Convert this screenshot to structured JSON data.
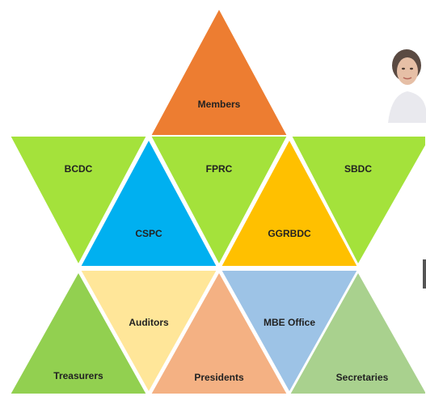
{
  "triangles": [
    {
      "key": "members",
      "label": "Members",
      "color": "#ED7D31"
    },
    {
      "key": "bcdc",
      "label": "BCDC",
      "color": "#A4E23B"
    },
    {
      "key": "cspc",
      "label": "CSPC",
      "color": "#00B0F0"
    },
    {
      "key": "fprc",
      "label": "FPRC",
      "color": "#A4E23B"
    },
    {
      "key": "ggrbdc",
      "label": "GGRBDC",
      "color": "#FFC000"
    },
    {
      "key": "sbdc",
      "label": "SBDC",
      "color": "#A4E23B"
    },
    {
      "key": "treasurers",
      "label": "Treasurers",
      "color": "#92D050"
    },
    {
      "key": "auditors",
      "label": "Auditors",
      "color": "#FFE699"
    },
    {
      "key": "presidents",
      "label": "Presidents",
      "color": "#F4B183"
    },
    {
      "key": "mbe_office",
      "label": "MBE Office",
      "color": "#9DC3E6"
    },
    {
      "key": "secretaries",
      "label": "Secretaries",
      "color": "#A9D18E"
    }
  ],
  "photo": {
    "description_icon": "portrait-photo"
  }
}
